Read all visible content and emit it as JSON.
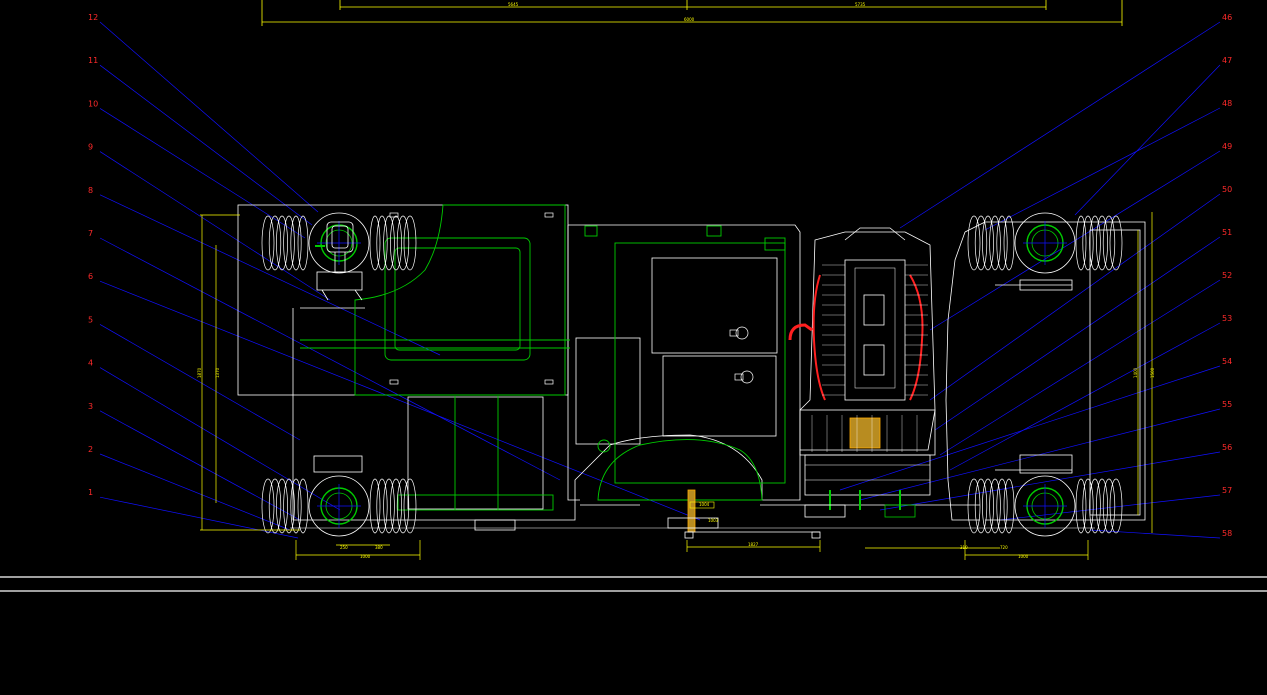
{
  "drawing": {
    "colors": {
      "background": "#000000",
      "outline": "#ffffff",
      "panel": "#00cc00",
      "leader": "#1010ff",
      "label": "#ff2a2a",
      "dimension": "#ffff00",
      "engine": "#ff2020",
      "accent": "#00ffff"
    },
    "labels_left": [
      "12",
      "11",
      "10",
      "9",
      "8",
      "7",
      "6",
      "5",
      "4",
      "3",
      "2",
      "1"
    ],
    "labels_right": [
      "46",
      "47",
      "48",
      "49",
      "50",
      "51",
      "52",
      "53",
      "54",
      "55",
      "56",
      "57",
      "58"
    ],
    "dimensions": {
      "top_left": "5645",
      "top_right": "5735",
      "top_total": "6000",
      "wheel_left_a": "250",
      "wheel_left_b": "380",
      "wheel_left_total": "1000",
      "center": "1827",
      "wheel_right_a": "720",
      "wheel_right_b": "310",
      "wheel_right_total": "1000",
      "height_left": "1870",
      "height_left_inner": "1370",
      "height_right": "1400",
      "height_right_outer": "1500",
      "small_top": "1004",
      "box_note": "1003"
    }
  }
}
